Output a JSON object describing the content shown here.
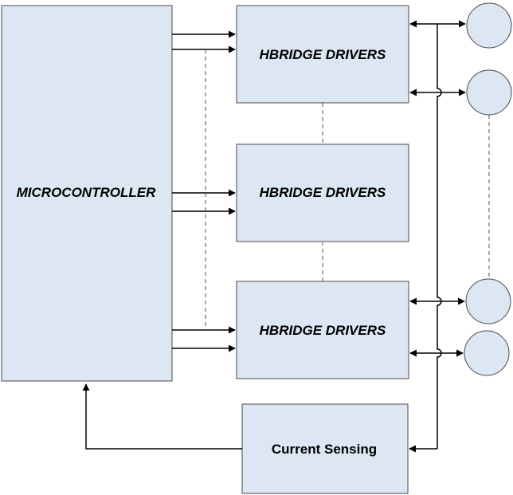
{
  "diagram": {
    "microcontroller": {
      "label": "MICROCONTROLLER"
    },
    "hbridge_drivers": [
      {
        "label": "HBRIDGE DRIVERS"
      },
      {
        "label": "HBRIDGE DRIVERS"
      },
      {
        "label": "HBRIDGE DRIVERS"
      }
    ],
    "current_sensing": {
      "label": "Current Sensing"
    },
    "motors_count": 4,
    "colors": {
      "block_fill": "#dde6f3",
      "block_stroke": "#4a4a4a",
      "line": "#000000",
      "dashed": "#555555"
    }
  }
}
